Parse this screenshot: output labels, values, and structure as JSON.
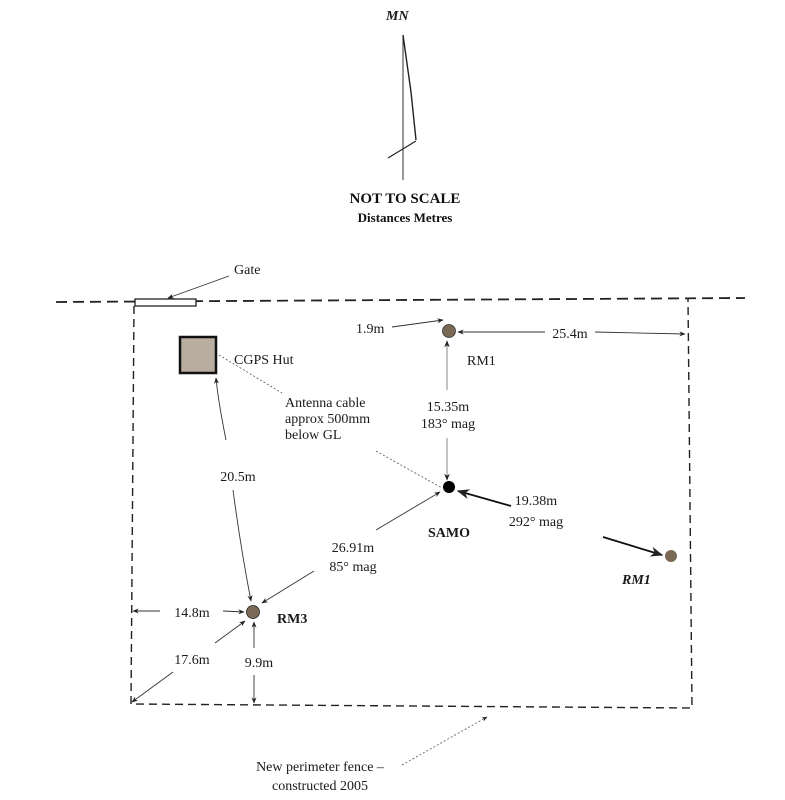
{
  "north": {
    "label": "MN",
    "scale_note": "NOT TO SCALE",
    "units_note": "Distances Metres"
  },
  "labels": {
    "gate": "Gate",
    "hut": "CGPS Hut",
    "antenna_line1": "Antenna cable",
    "antenna_line2": "approx 500mm",
    "antenna_line3": "below GL",
    "fence_line1": "New perimeter fence –",
    "fence_line2": "constructed 2005"
  },
  "marks": {
    "samo": "SAMO",
    "rm1_north": "RM1",
    "rm1_east": "RM1",
    "rm3": "RM3"
  },
  "measurements": {
    "rm1_to_fence_top": "1.9m",
    "rm1_to_fence_right": "25.4m",
    "samo_rm1_dist": "15.35m",
    "samo_rm1_bearing": "183° mag",
    "samo_rm1e_dist": "19.38m",
    "samo_rm1e_bearing": "292° mag",
    "samo_rm3_dist": "26.91m",
    "samo_rm3_bearing": "85° mag",
    "hut_rm3": "20.5m",
    "rm3_to_fence_left": "14.8m",
    "rm3_to_corner": "17.6m",
    "rm3_to_fence_bottom": "9.9m"
  },
  "colors": {
    "mark_fill": "#7a6a55",
    "samo_fill": "#000000",
    "hut_fill": "#b8ad9e"
  }
}
